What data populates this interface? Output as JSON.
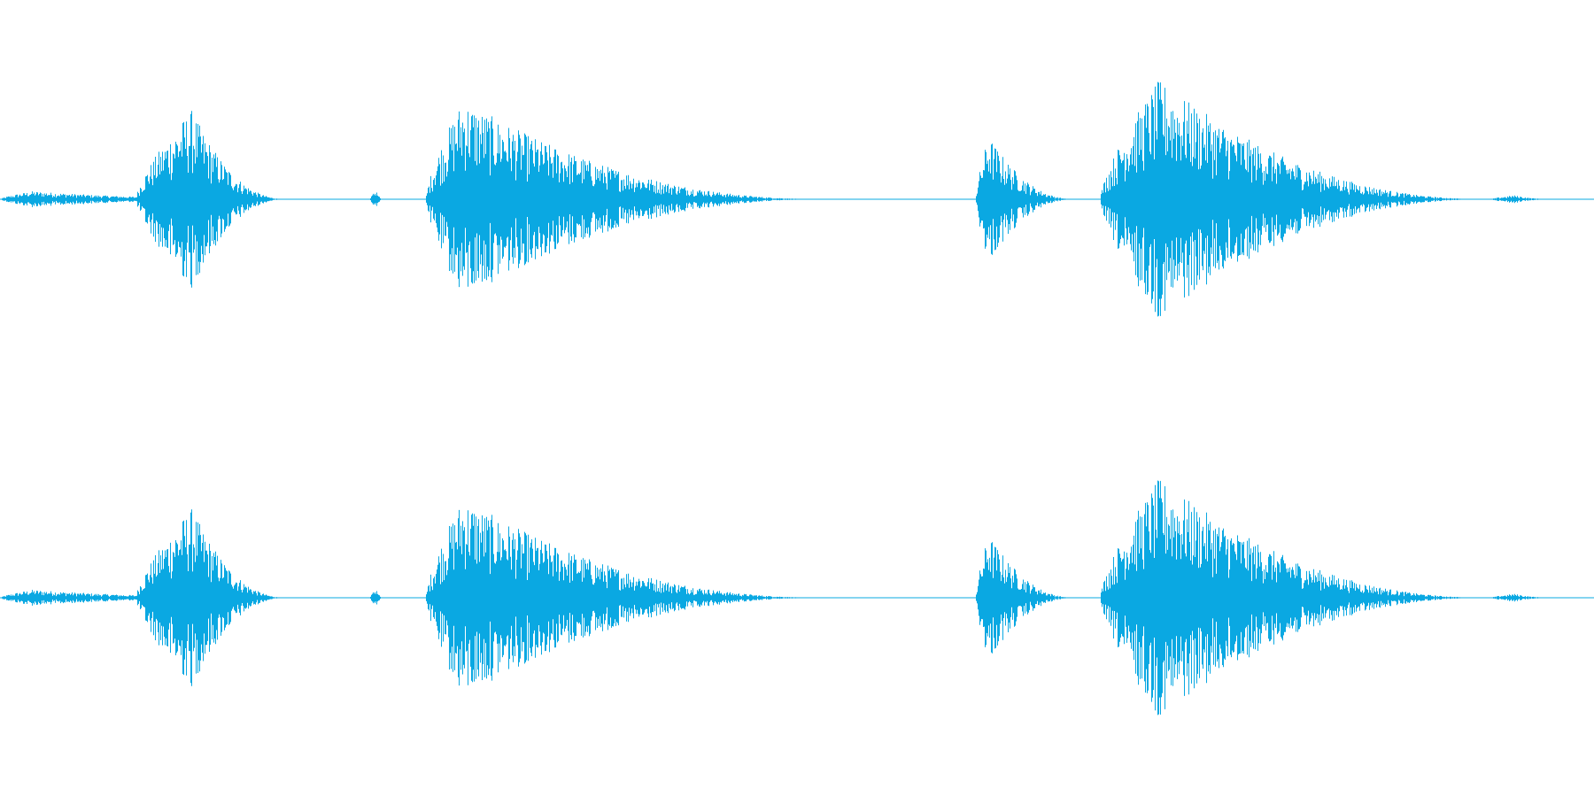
{
  "waveform": {
    "color": "#0aa8e2",
    "background": "#ffffff",
    "channel_count": 2,
    "bursts": [
      {
        "start": 0.0,
        "peak": 0.02,
        "end": 0.18,
        "amplitude": 0.04
      },
      {
        "start": 0.085,
        "peak": 0.12,
        "end": 0.18,
        "amplitude": 0.45
      },
      {
        "start": 0.232,
        "peak": 0.236,
        "end": 0.24,
        "amplitude": 0.05
      },
      {
        "start": 0.267,
        "peak": 0.29,
        "end": 0.52,
        "amplitude": 0.5
      },
      {
        "start": 0.612,
        "peak": 0.62,
        "end": 0.675,
        "amplitude": 0.32
      },
      {
        "start": 0.69,
        "peak": 0.727,
        "end": 0.935,
        "amplitude": 0.6
      },
      {
        "start": 0.935,
        "peak": 0.95,
        "end": 0.975,
        "amplitude": 0.02
      }
    ]
  }
}
